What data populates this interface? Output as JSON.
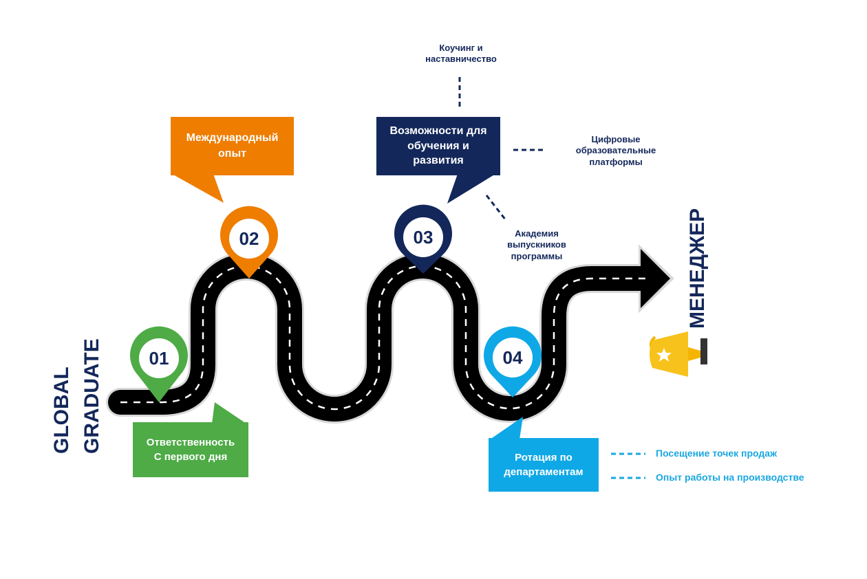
{
  "title": {
    "line1": "GLOBAL",
    "line2": "GRADUATE"
  },
  "goal": "МЕНЕДЖЕР",
  "steps": [
    {
      "num": "01",
      "label_line1": "Ответственность",
      "label_line2": "С первого дня",
      "color": "#4eab46"
    },
    {
      "num": "02",
      "label_line1": "Международный",
      "label_line2": "опыт",
      "color": "#ee7d00"
    },
    {
      "num": "03",
      "label_line1": "Возможности для",
      "label_line2": "обучения и",
      "label_line3": "развития",
      "color": "#13275a"
    },
    {
      "num": "04",
      "label_line1": "Ротация по",
      "label_line2": "департаментам",
      "color": "#0fa8e6"
    }
  ],
  "step3_items": [
    {
      "line1": "Коучинг и",
      "line2": "наставничество"
    },
    {
      "line1": "Цифровые",
      "line2": "образовательные",
      "line3": "платформы"
    },
    {
      "line1": "Академия",
      "line2": "выпускников",
      "line3": "программы"
    }
  ],
  "step4_items": [
    "Посещение точек продаж",
    "Опыт работы на производстве"
  ]
}
